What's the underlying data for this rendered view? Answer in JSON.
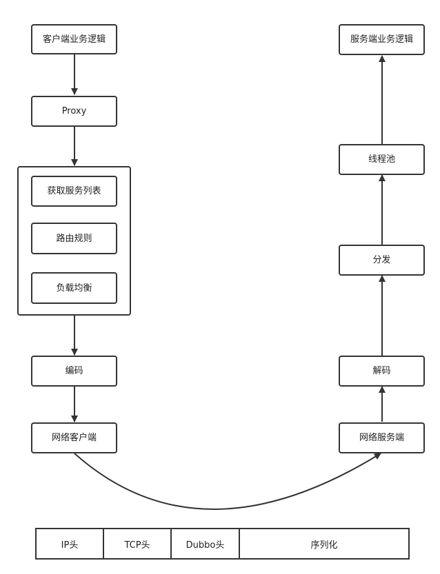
{
  "client": {
    "business_logic": "客户端业务逻辑",
    "proxy": "Proxy",
    "get_service_list": "获取服务列表",
    "routing_rules": "路由规则",
    "load_balancing": "负载均衡",
    "encode": "编码",
    "network_client": "网络客户端"
  },
  "server": {
    "business_logic": "服务端业务逻辑",
    "thread_pool": "线程池",
    "dispatch": "分发",
    "decode": "解码",
    "network_server": "网络服务端"
  },
  "packet": {
    "fields": [
      "IP头",
      "TCP头",
      "Dubbo头",
      "序列化"
    ]
  },
  "colors": {
    "stroke": "#333333",
    "background": "#ffffff",
    "text": "#1f1f1f"
  }
}
